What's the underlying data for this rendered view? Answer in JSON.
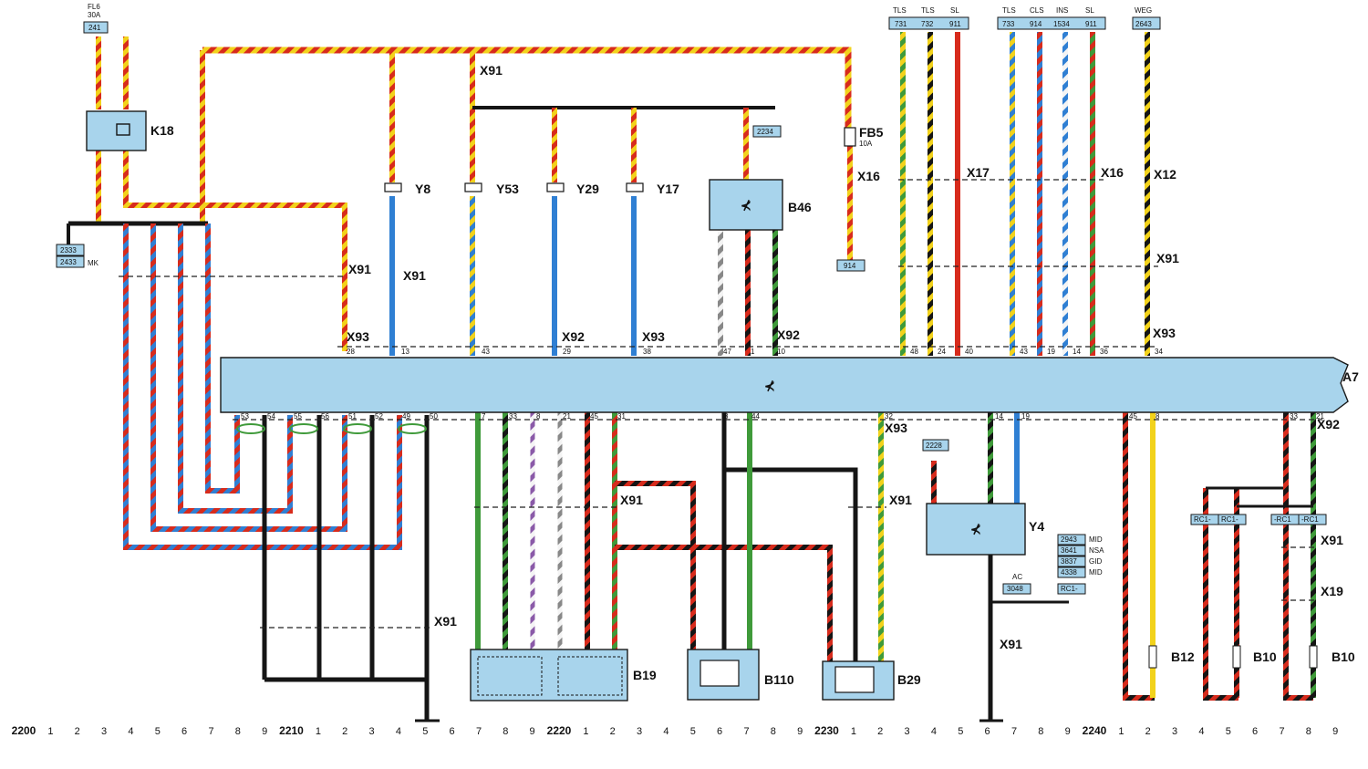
{
  "colors": {
    "module_fill": "#a8d4ec",
    "red": "#d72b1c",
    "yellow": "#f2d21b",
    "blue": "#2f7fd3",
    "green": "#3f9a3a",
    "black": "#151515",
    "brown": "#7a3d20",
    "white": "#f4f4f4",
    "violet": "#8a5aa8",
    "grey": "#888888"
  },
  "modules": {
    "a7": "A7",
    "k18": "K18",
    "b46": "B46",
    "y4": "Y4",
    "b19": "B19",
    "b110": "B110",
    "b29": "B29",
    "b12": "B12",
    "b10a": "B10",
    "b10b": "B10"
  },
  "valves": [
    "Y8",
    "Y53",
    "Y29",
    "Y17"
  ],
  "fuses": {
    "fl6": "FL6",
    "fl6_rating": "30A",
    "fb5": "FB5",
    "fb5_rating": "10A"
  },
  "connectors": {
    "x91_a": "X91",
    "x91_b": "X91",
    "x91_c": "X91",
    "x91_d": "X91",
    "x91_e": "X91",
    "x91_f": "X91",
    "x91_g": "X91",
    "x91_h": "X91",
    "x91_i": "X91",
    "x92_a": "X92",
    "x92_b": "X92",
    "x92_c": "X92",
    "x93_a": "X93",
    "x93_b": "X93",
    "x93_c": "X93",
    "x93_d": "X93",
    "x16_a": "X16",
    "x16_b": "X16",
    "x17": "X17",
    "x12": "X12",
    "x19": "X19"
  },
  "signal_labels": [
    "TLS",
    "TLS",
    "SL",
    "TLS",
    "CLS",
    "INS",
    "SL",
    "WEG"
  ],
  "ref_boxes": {
    "r241": "241",
    "r2333": "2333",
    "r2433": "2433",
    "mk": "MK",
    "r2234": "2234",
    "r914": "914",
    "r731": "731",
    "r732": "732",
    "r911a": "911",
    "r733": "733",
    "r914b": "914",
    "r1534": "1534",
    "r911b": "911",
    "r2643": "2643",
    "r2228": "2228",
    "r3048": "3048",
    "ac": "AC",
    "rc1_box": "RC1-",
    "rc1a": "RC1-",
    "rc1b": "RC1-",
    "rc1c": "-RC1",
    "rc1d": "-RC1"
  },
  "variants": [
    {
      "code": "2943",
      "name": "MID"
    },
    {
      "code": "3641",
      "name": "NSA"
    },
    {
      "code": "3837",
      "name": "GID"
    },
    {
      "code": "4338",
      "name": "MID"
    }
  ],
  "pin_upper": [
    "28",
    "13",
    "43",
    "29",
    "38",
    "47",
    "1",
    "10",
    "48",
    "24",
    "40",
    "43",
    "19",
    "14",
    "36",
    "34"
  ],
  "pin_lower": [
    "53",
    "54",
    "55",
    "56",
    "51",
    "52",
    "49",
    "50",
    "7",
    "33",
    "8",
    "21",
    "45",
    "31",
    "8",
    "44",
    "32",
    "14",
    "19",
    "45",
    "8",
    "33",
    "21"
  ],
  "ruler": [
    "2200",
    "1",
    "2",
    "3",
    "4",
    "5",
    "6",
    "7",
    "8",
    "9",
    "2210",
    "1",
    "2",
    "3",
    "4",
    "5",
    "6",
    "7",
    "8",
    "9",
    "2220",
    "1",
    "2",
    "3",
    "4",
    "5",
    "6",
    "7",
    "8",
    "9",
    "2230",
    "1",
    "2",
    "3",
    "4",
    "5",
    "6",
    "7",
    "8",
    "9",
    "2240",
    "1",
    "2",
    "3",
    "4",
    "5",
    "6",
    "7",
    "8",
    "9"
  ]
}
